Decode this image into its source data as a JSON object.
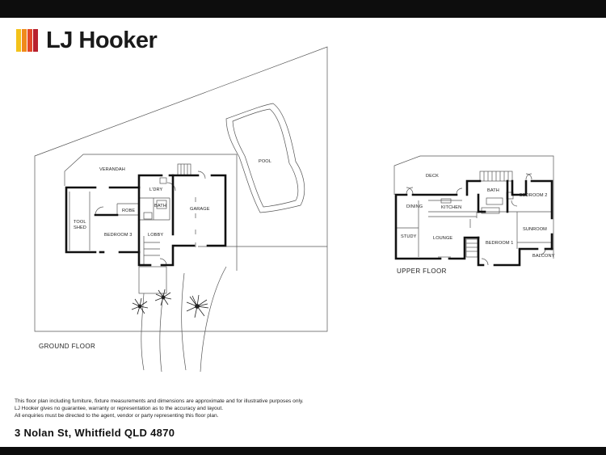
{
  "brand": {
    "name": "LJ Hooker",
    "logo_colors": [
      "#f3c21a",
      "#f08a1c",
      "#e2482a",
      "#b8202d"
    ]
  },
  "floors": {
    "ground": {
      "label": "GROUND FLOOR",
      "rooms": {
        "verandah": "VERANDAH",
        "pool": "POOL",
        "laundry": "L'DRY",
        "garage": "GARAGE",
        "robe": "ROBE",
        "bath": "BATH",
        "tool_shed_line1": "TOOL",
        "tool_shed_line2": "SHED",
        "bedroom3": "BEDROOM 3",
        "lobby": "LOBBY"
      }
    },
    "upper": {
      "label": "UPPER FLOOR",
      "rooms": {
        "deck": "DECK",
        "bath": "BATH",
        "bedroom2": "BEDROOM 2",
        "dining": "DINING",
        "kitchen": "KITCHEN",
        "sunroom": "SUNROOM",
        "study": "STUDY",
        "lounge": "LOUNGE",
        "bedroom1": "BEDROOM 1",
        "balcony": "BALCONY"
      }
    }
  },
  "disclaimer": [
    "This floor plan including furniture, fixture measurements and dimensions are approximate and for illustrative purposes only.",
    "LJ Hooker gives no guarantee, warranty or representation as to the accuracy and layout.",
    "All enquiries must be directed to the agent, vendor or party representing this floor plan."
  ],
  "address": "3 Nolan St, Whitfield QLD 4870",
  "colors": {
    "wall": "#111111",
    "line": "#555555",
    "bar": "#0d0d0d"
  }
}
